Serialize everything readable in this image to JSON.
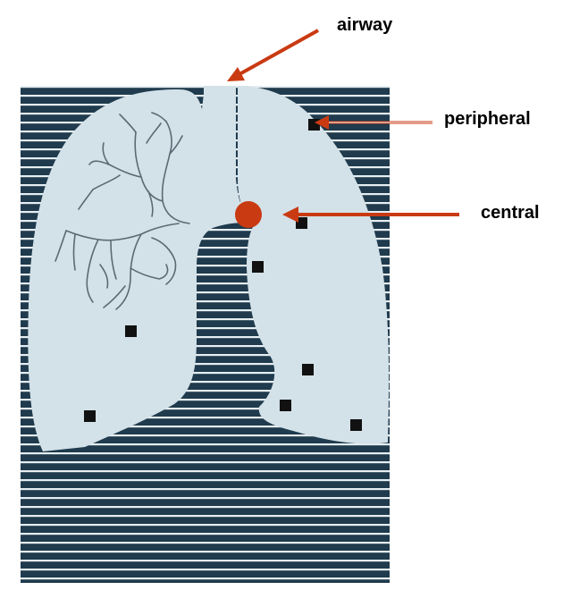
{
  "labels": {
    "airway": "airway",
    "peripheral": "peripheral",
    "central": "central"
  },
  "colors": {
    "background_stripe_dark": "#1f3b4d",
    "background_stripe_light": "#e6eef2",
    "lung": "#d3e1e8",
    "bronchial_outline": "#5a6a74",
    "lesion_marker": "#111111",
    "central_lesion": "#c93a12",
    "arrow": "#c93a12"
  },
  "markers": {
    "peripheral_count": 8,
    "central_count": 1
  }
}
